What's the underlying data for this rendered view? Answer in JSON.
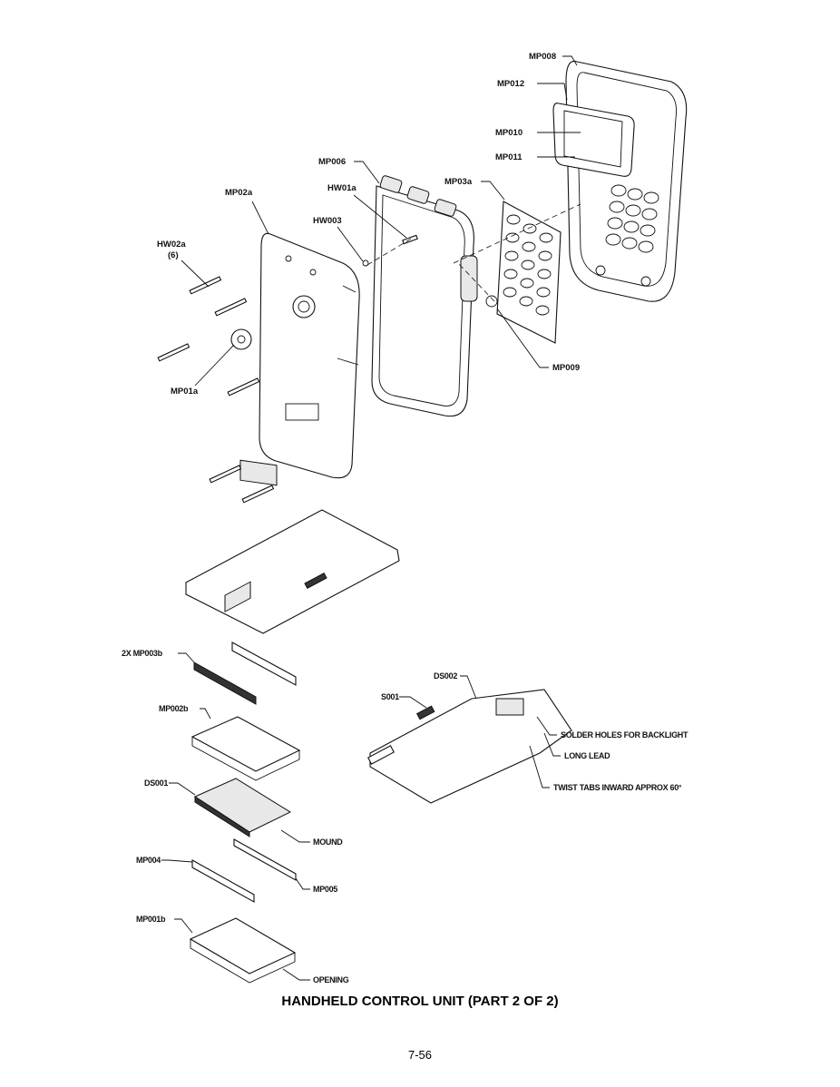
{
  "labels": {
    "mp008": "MP008",
    "mp012": "MP012",
    "mp010": "MP010",
    "mp011": "MP011",
    "mp006": "MP006",
    "hw01a": "HW01a",
    "mp03a": "MP03a",
    "mp02a": "MP02a",
    "hw003": "HW003",
    "hw02a": "HW02a",
    "hw02a_qty": "(6)",
    "mp01a": "MP01a",
    "mp009": "MP009",
    "mp003b": "2X MP003b",
    "mp002b": "MP002b",
    "ds001": "DS001",
    "mound": "MOUND",
    "mp004": "MP004",
    "mp005": "MP005",
    "mp001b": "MP001b",
    "opening": "OPENING",
    "ds002": "DS002",
    "s001": "S001",
    "solder": "SOLDER HOLES FOR BACKLIGHT",
    "long_lead": "LONG LEAD",
    "twist": "TWIST TABS INWARD APPROX 60°"
  },
  "title": "HANDHELD CONTROL UNIT (PART 2 OF 2)",
  "page_number": "7-56"
}
